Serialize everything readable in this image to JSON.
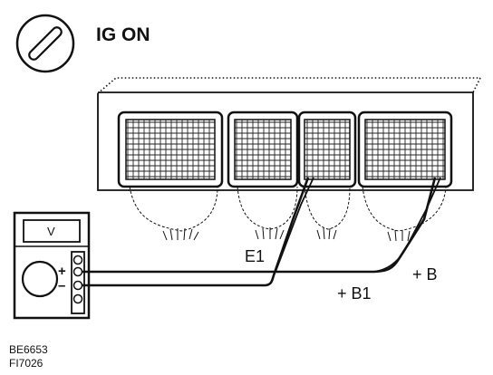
{
  "ignition": {
    "label": "IG ON",
    "icon": "ignition-key-icon"
  },
  "meter": {
    "unit": "V",
    "plus_sign": "+",
    "minus_sign": "–",
    "icon": "voltmeter-icon"
  },
  "terminals": {
    "e1": "E1",
    "b1": "+ B1",
    "b": "+ B"
  },
  "figure_codes": {
    "line1": "BE6653",
    "line2": "FI7026"
  }
}
